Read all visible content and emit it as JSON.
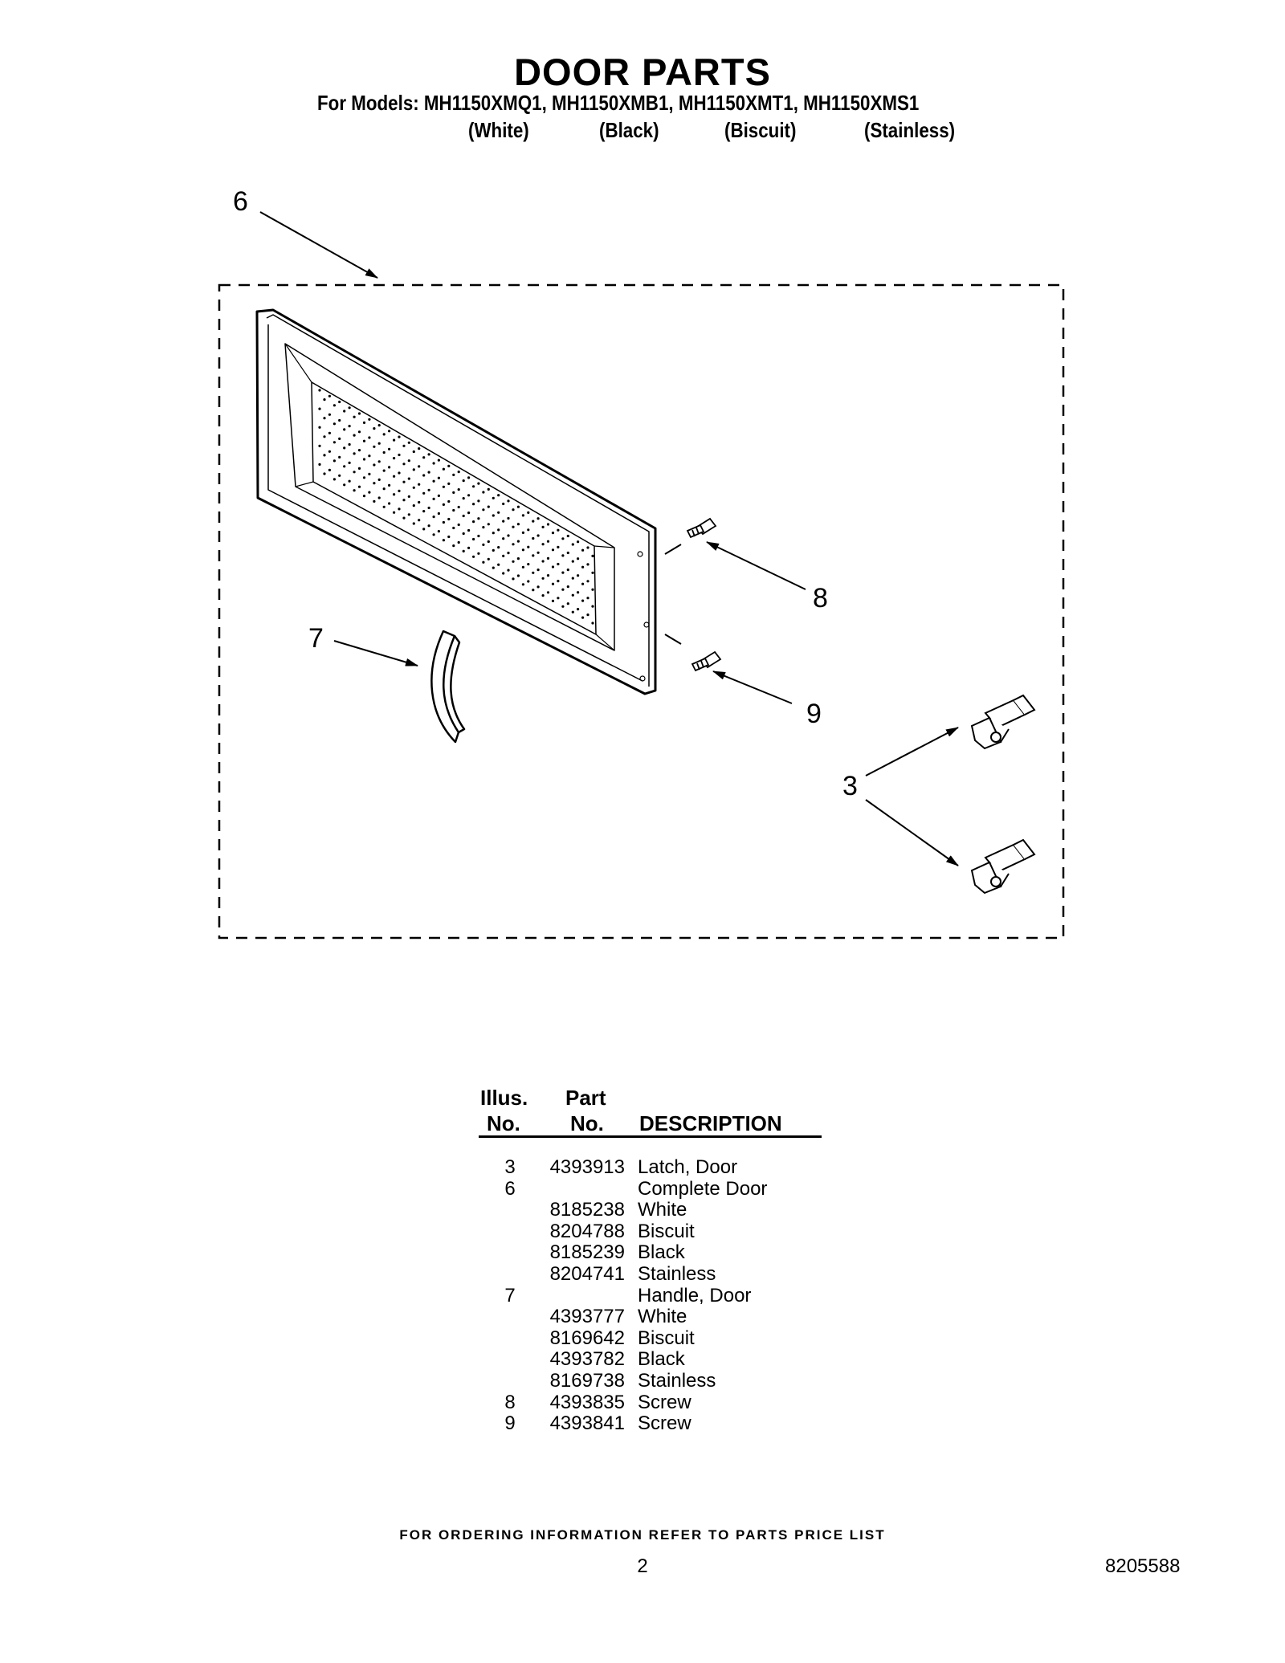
{
  "header": {
    "title": "DOOR PARTS",
    "models_line": "For Models: MH1150XMQ1, MH1150XMB1, MH1150XMT1, MH1150XMS1",
    "colors": [
      "(White)",
      "(Black)",
      "(Biscuit)",
      "(Stainless)"
    ]
  },
  "callouts": {
    "c6": "6",
    "c7": "7",
    "c8": "8",
    "c9": "9",
    "c3": "3"
  },
  "parts_table": {
    "headers": {
      "illus_top": "Illus.",
      "illus_bottom": "No.",
      "part_top": "Part",
      "part_bottom": "No.",
      "description": "DESCRIPTION"
    },
    "rows": [
      {
        "illus": "3",
        "part": "4393913",
        "desc": "Latch, Door"
      },
      {
        "illus": "6",
        "part": "",
        "desc": "Complete Door"
      },
      {
        "illus": "",
        "part": "8185238",
        "desc": "White"
      },
      {
        "illus": "",
        "part": "8204788",
        "desc": "Biscuit"
      },
      {
        "illus": "",
        "part": "8185239",
        "desc": "Black"
      },
      {
        "illus": "",
        "part": "8204741",
        "desc": "Stainless"
      },
      {
        "illus": "7",
        "part": "",
        "desc": "Handle, Door"
      },
      {
        "illus": "",
        "part": "4393777",
        "desc": "White"
      },
      {
        "illus": "",
        "part": "8169642",
        "desc": "Biscuit"
      },
      {
        "illus": "",
        "part": "4393782",
        "desc": "Black"
      },
      {
        "illus": "",
        "part": "8169738",
        "desc": "Stainless"
      },
      {
        "illus": "8",
        "part": "4393835",
        "desc": "Screw"
      },
      {
        "illus": "9",
        "part": "4393841",
        "desc": "Screw"
      }
    ]
  },
  "footer": {
    "ordering_note": "FOR ORDERING INFORMATION REFER TO PARTS PRICE LIST",
    "page_number": "2",
    "document_number": "8205588"
  }
}
